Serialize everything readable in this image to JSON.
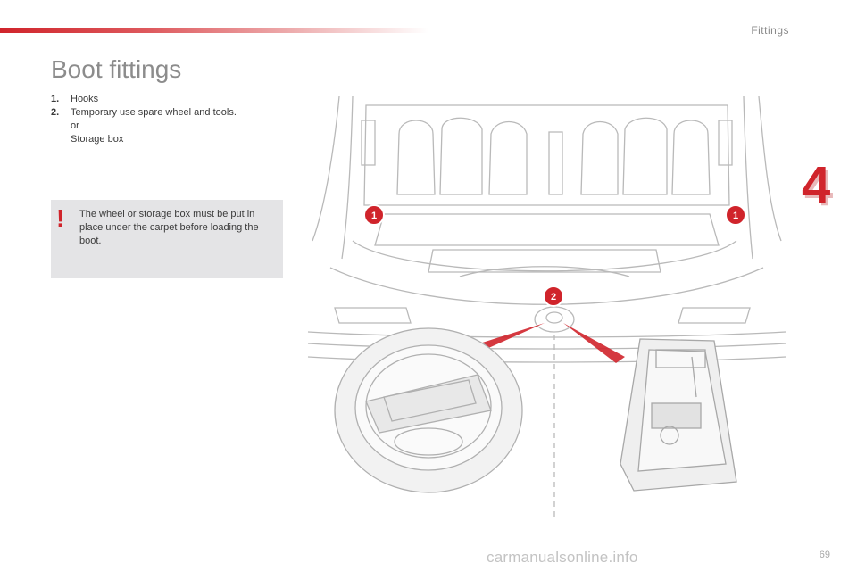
{
  "header": {
    "section": "Fittings"
  },
  "page": {
    "title": "Boot fittings",
    "number": "69",
    "chapter": "4"
  },
  "legend": {
    "items": [
      {
        "num": "1.",
        "label": "Hooks"
      },
      {
        "num": "2.",
        "label": "Temporary use spare wheel and tools."
      }
    ],
    "or": "or",
    "alt": "Storage box"
  },
  "warning": {
    "icon": "exclamation-icon",
    "text": "The wheel or storage box must be put in place under the carpet before loading the boot."
  },
  "callouts": {
    "hook_left": "1",
    "hook_right": "1",
    "spare": "2"
  },
  "watermark": "carmanualsonline.info",
  "colors": {
    "accent": "#d0242b",
    "panel": "#e4e4e6",
    "line": "#b9b9b9"
  }
}
